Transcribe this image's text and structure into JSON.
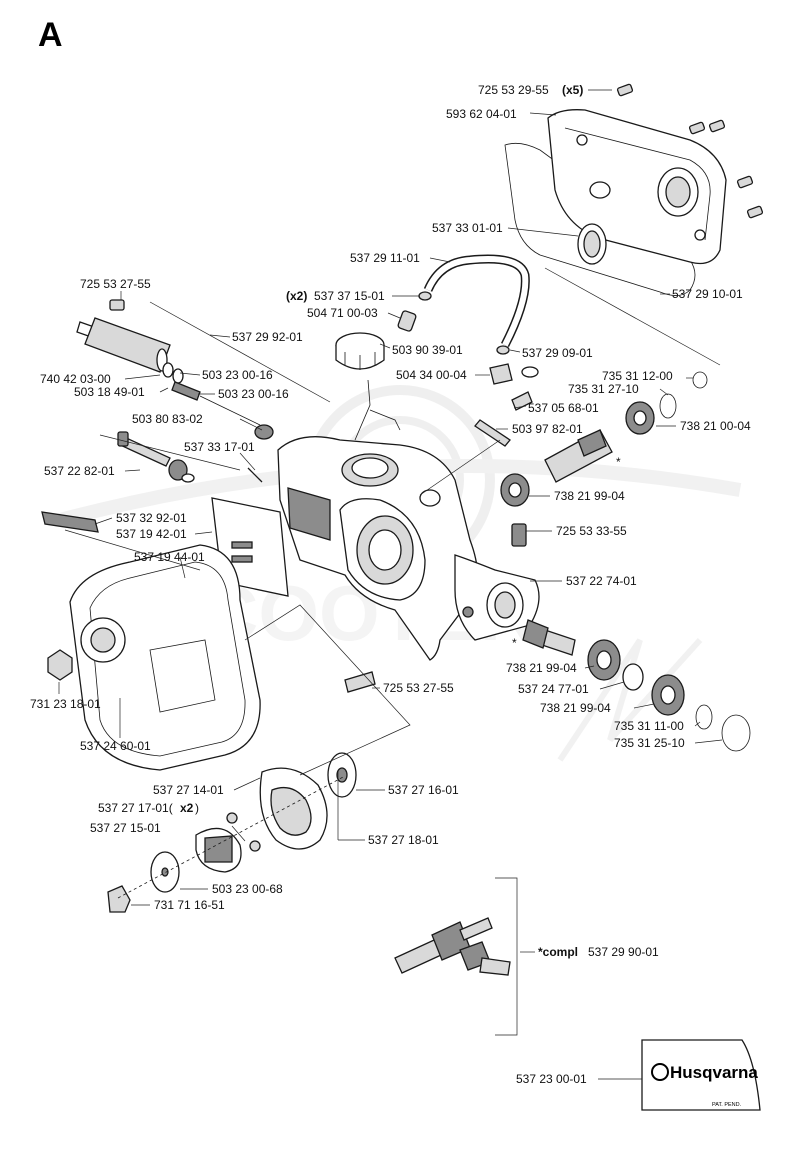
{
  "section_letter": "A",
  "watermark": "SCOOTER",
  "labels": {
    "l01": "725 53 29-55",
    "l01b": "(x5)",
    "l02": "593 62 04-01",
    "l03": "537 33 01-01",
    "l04": "537 29 11-01",
    "l05a": "(x2)",
    "l05": "537 37 15-01",
    "l06": "504 71 00-03",
    "l07": "537 29 10-01",
    "l08": "725 53 27-55",
    "l09": "537 29 92-01",
    "l10": "503 90 39-01",
    "l11": "537 29 09-01",
    "l12": "740 42 03-00",
    "l13": "503 23 00-16",
    "l14": "503 18 49-01",
    "l15": "503 23 00-16",
    "l16": "504 34 00-04",
    "l17": "735 31 12-00",
    "l18": "735 31 27-10",
    "l19": "503 80 83-02",
    "l20": "537 05 68-01",
    "l21": "738 21 00-04",
    "l22": "503 97 82-01",
    "l23": "537 33 17-01",
    "l24": "537 22 82-01",
    "l25": "738 21 99-04",
    "l26": "537 32 92-01",
    "l27": "725 53 33-55",
    "l28": "537 19 42-01",
    "l29": "537 19 44-01",
    "l30": "537 22 74-01",
    "l31": "738 21 99-04",
    "l32": "537 24 77-01",
    "l33": "725 53 27-55",
    "l34": "738 21 99-04",
    "l35": "731 23 18-01",
    "l36": "735 31 11-00",
    "l37": "537 24 60-01",
    "l38": "735 31 25-10",
    "l39": "537 27 14-01",
    "l40": "537 27 16-01",
    "l41": "537 27 17-01(",
    "l41b": "x2",
    "l41c": ")",
    "l42": "537 27 15-01",
    "l43": "537 27 18-01",
    "l44": "503 23 00-68",
    "l45": "731 71 16-51",
    "l46a": "*compl",
    "l46": "537 29 90-01",
    "l47": "537 23 00-01",
    "star1": "*",
    "star2": "*"
  },
  "logo": {
    "brand": "Husqvarna",
    "sub": "PAT. PEND."
  }
}
